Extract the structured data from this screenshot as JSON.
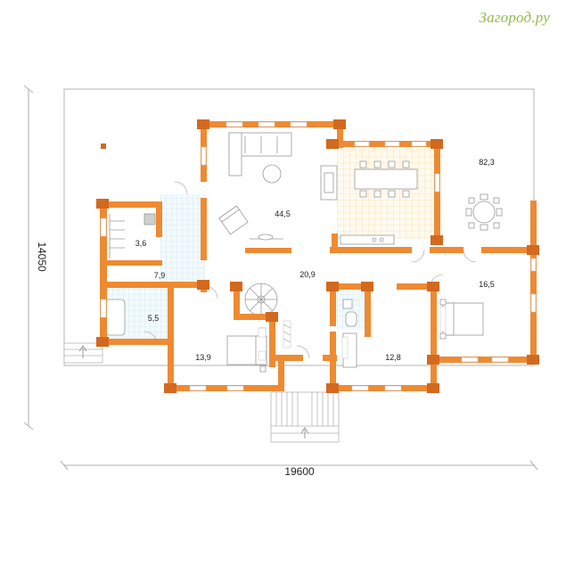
{
  "watermark": "Загород.ру",
  "dimensions": {
    "width": "19600",
    "height": "14050"
  },
  "rooms": {
    "living": "44,5",
    "terrace": "82,3",
    "pantry": "3,6",
    "hall": "7,9",
    "bath": "5,5",
    "corridor": "20,9",
    "bedroom_right": "16,5",
    "bedroom_left": "13,9",
    "bedroom_mid": "12,8"
  },
  "colors": {
    "wall": "#ee8a32",
    "joint": "#d2691e",
    "watermark": "#8fbf4a",
    "tile": "#bfe3ef",
    "kitchen_tile": "#f6e7a8"
  }
}
